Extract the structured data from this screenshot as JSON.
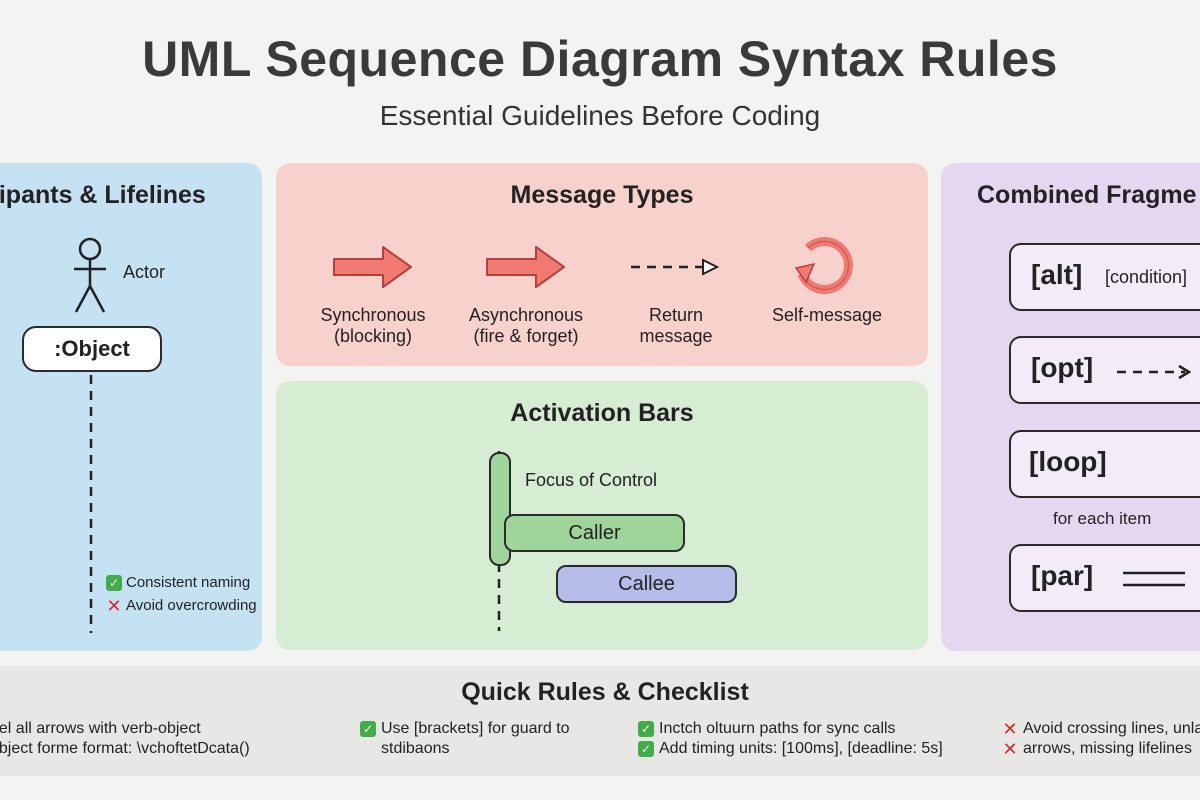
{
  "header": {
    "title": "UML Sequence Diagram Syntax Rules",
    "subtitle": "Essential Guidelines Before Coding"
  },
  "participants": {
    "title": "icipants & Lifelines",
    "actor_label": "Actor",
    "object_label": ":Object",
    "checks": [
      {
        "status": "ok",
        "text": "Consistent naming"
      },
      {
        "status": "no",
        "text": "Avoid overcrowding"
      }
    ]
  },
  "messages": {
    "title": "Message Types",
    "types": [
      {
        "icon": "solid-arrow-icon",
        "line1": "Synchronous",
        "line2": "(blocking)"
      },
      {
        "icon": "solid-arrow-icon",
        "line1": "Asynchronous",
        "line2": "(fire & forget)"
      },
      {
        "icon": "dashed-arrow-icon",
        "line1": "Return",
        "line2": "message"
      },
      {
        "icon": "self-loop-icon",
        "line1": "Self-message",
        "line2": ""
      }
    ],
    "arrow_color": "#f07a72"
  },
  "activation": {
    "title": "Activation Bars",
    "focus_label": "Focus of Control",
    "caller_label": "Caller",
    "callee_label": "Callee",
    "caller_color": "#9fd59a",
    "callee_color": "#b6bde8"
  },
  "fragments": {
    "title": "Combined Fragme",
    "items": [
      {
        "tag": "[alt]",
        "extra": "[condition]"
      },
      {
        "tag": "[opt]",
        "extra": ""
      },
      {
        "tag": "[loop]",
        "extra": ""
      },
      {
        "tag": "[par]",
        "extra": ""
      }
    ],
    "loop_caption": "for each item"
  },
  "rules": {
    "title": "Quick Rules & Checklist",
    "columns": [
      {
        "lines": [
          {
            "status": "",
            "text": "bel all arrows with verb-object"
          },
          {
            "status": "",
            "text": "object forme  format: \\vchoftetDcata()"
          }
        ]
      },
      {
        "lines": [
          {
            "status": "ok",
            "text": "Use [brackets] for guard to"
          },
          {
            "status": "",
            "text": "stdibaons"
          }
        ]
      },
      {
        "lines": [
          {
            "status": "ok",
            "text": "Inctch oltuurn paths for sync calls"
          },
          {
            "status": "ok",
            "text": "Add timing units: [100ms], [deadline: 5s]"
          }
        ]
      },
      {
        "lines": [
          {
            "status": "no",
            "text": "Avoid crossing lines, unla"
          },
          {
            "status": "no",
            "text": "arrows, missing lifelines"
          }
        ]
      }
    ]
  }
}
